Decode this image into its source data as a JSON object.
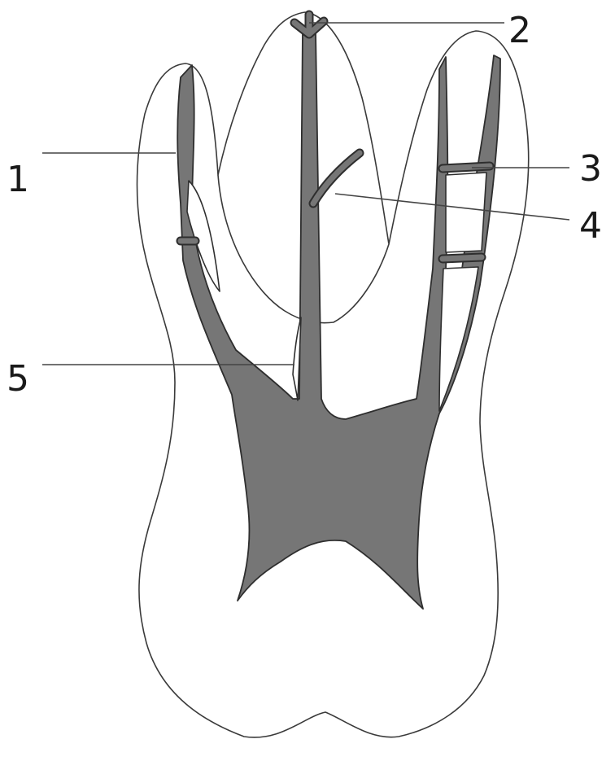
{
  "diagram": {
    "callouts": [
      {
        "id": "1",
        "label": "1"
      },
      {
        "id": "2",
        "label": "2"
      },
      {
        "id": "3",
        "label": "3"
      },
      {
        "id": "4",
        "label": "4"
      },
      {
        "id": "5",
        "label": "5"
      }
    ]
  },
  "colors": {
    "pulp": "#767676",
    "outline": "#3a3a3a",
    "background": "#ffffff"
  }
}
